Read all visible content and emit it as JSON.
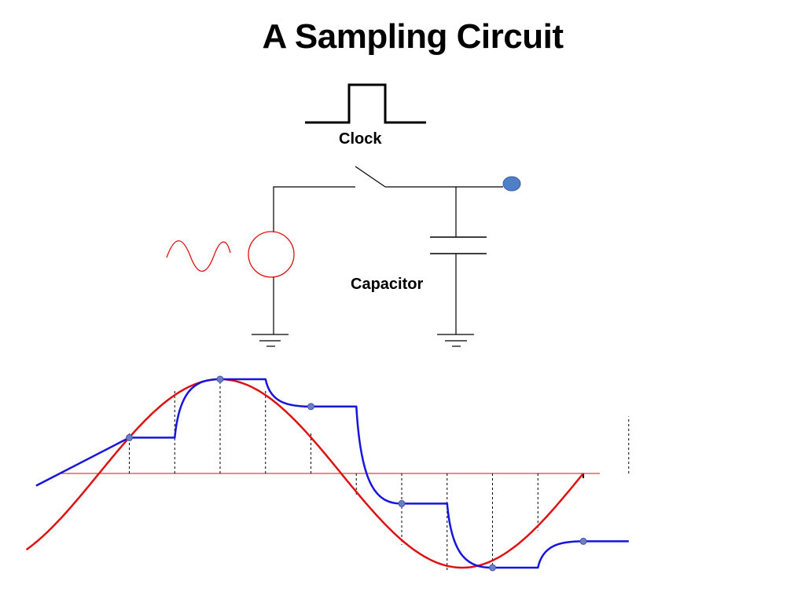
{
  "slide": {
    "title": "A Sampling Circuit"
  },
  "circuit": {
    "clock_label": "Clock",
    "capacitor_label": "Capacitor"
  },
  "colors": {
    "wire": "#000000",
    "sine": "#dd1111",
    "held": "#1515dd",
    "sample_dot": "#6b7fc4",
    "output_terminal": "#4f7fc6"
  },
  "waveform": {
    "x_range": [
      -0.15,
      1.0
    ],
    "y_range": [
      -1.0,
      1.0
    ],
    "analog_signal": "sine (one full period)",
    "sample_times": [
      0.0625,
      0.25,
      0.4375,
      0.625,
      0.8125,
      1.0
    ],
    "clock_edges": [
      0.0625,
      0.15625,
      0.25,
      0.34375,
      0.4375,
      0.53125,
      0.625,
      0.71875,
      0.8125,
      0.90625,
      1.0,
      1.09375
    ],
    "held_levels": [
      0.38,
      1.0,
      0.71,
      -0.32,
      -1.0,
      -0.72
    ]
  }
}
